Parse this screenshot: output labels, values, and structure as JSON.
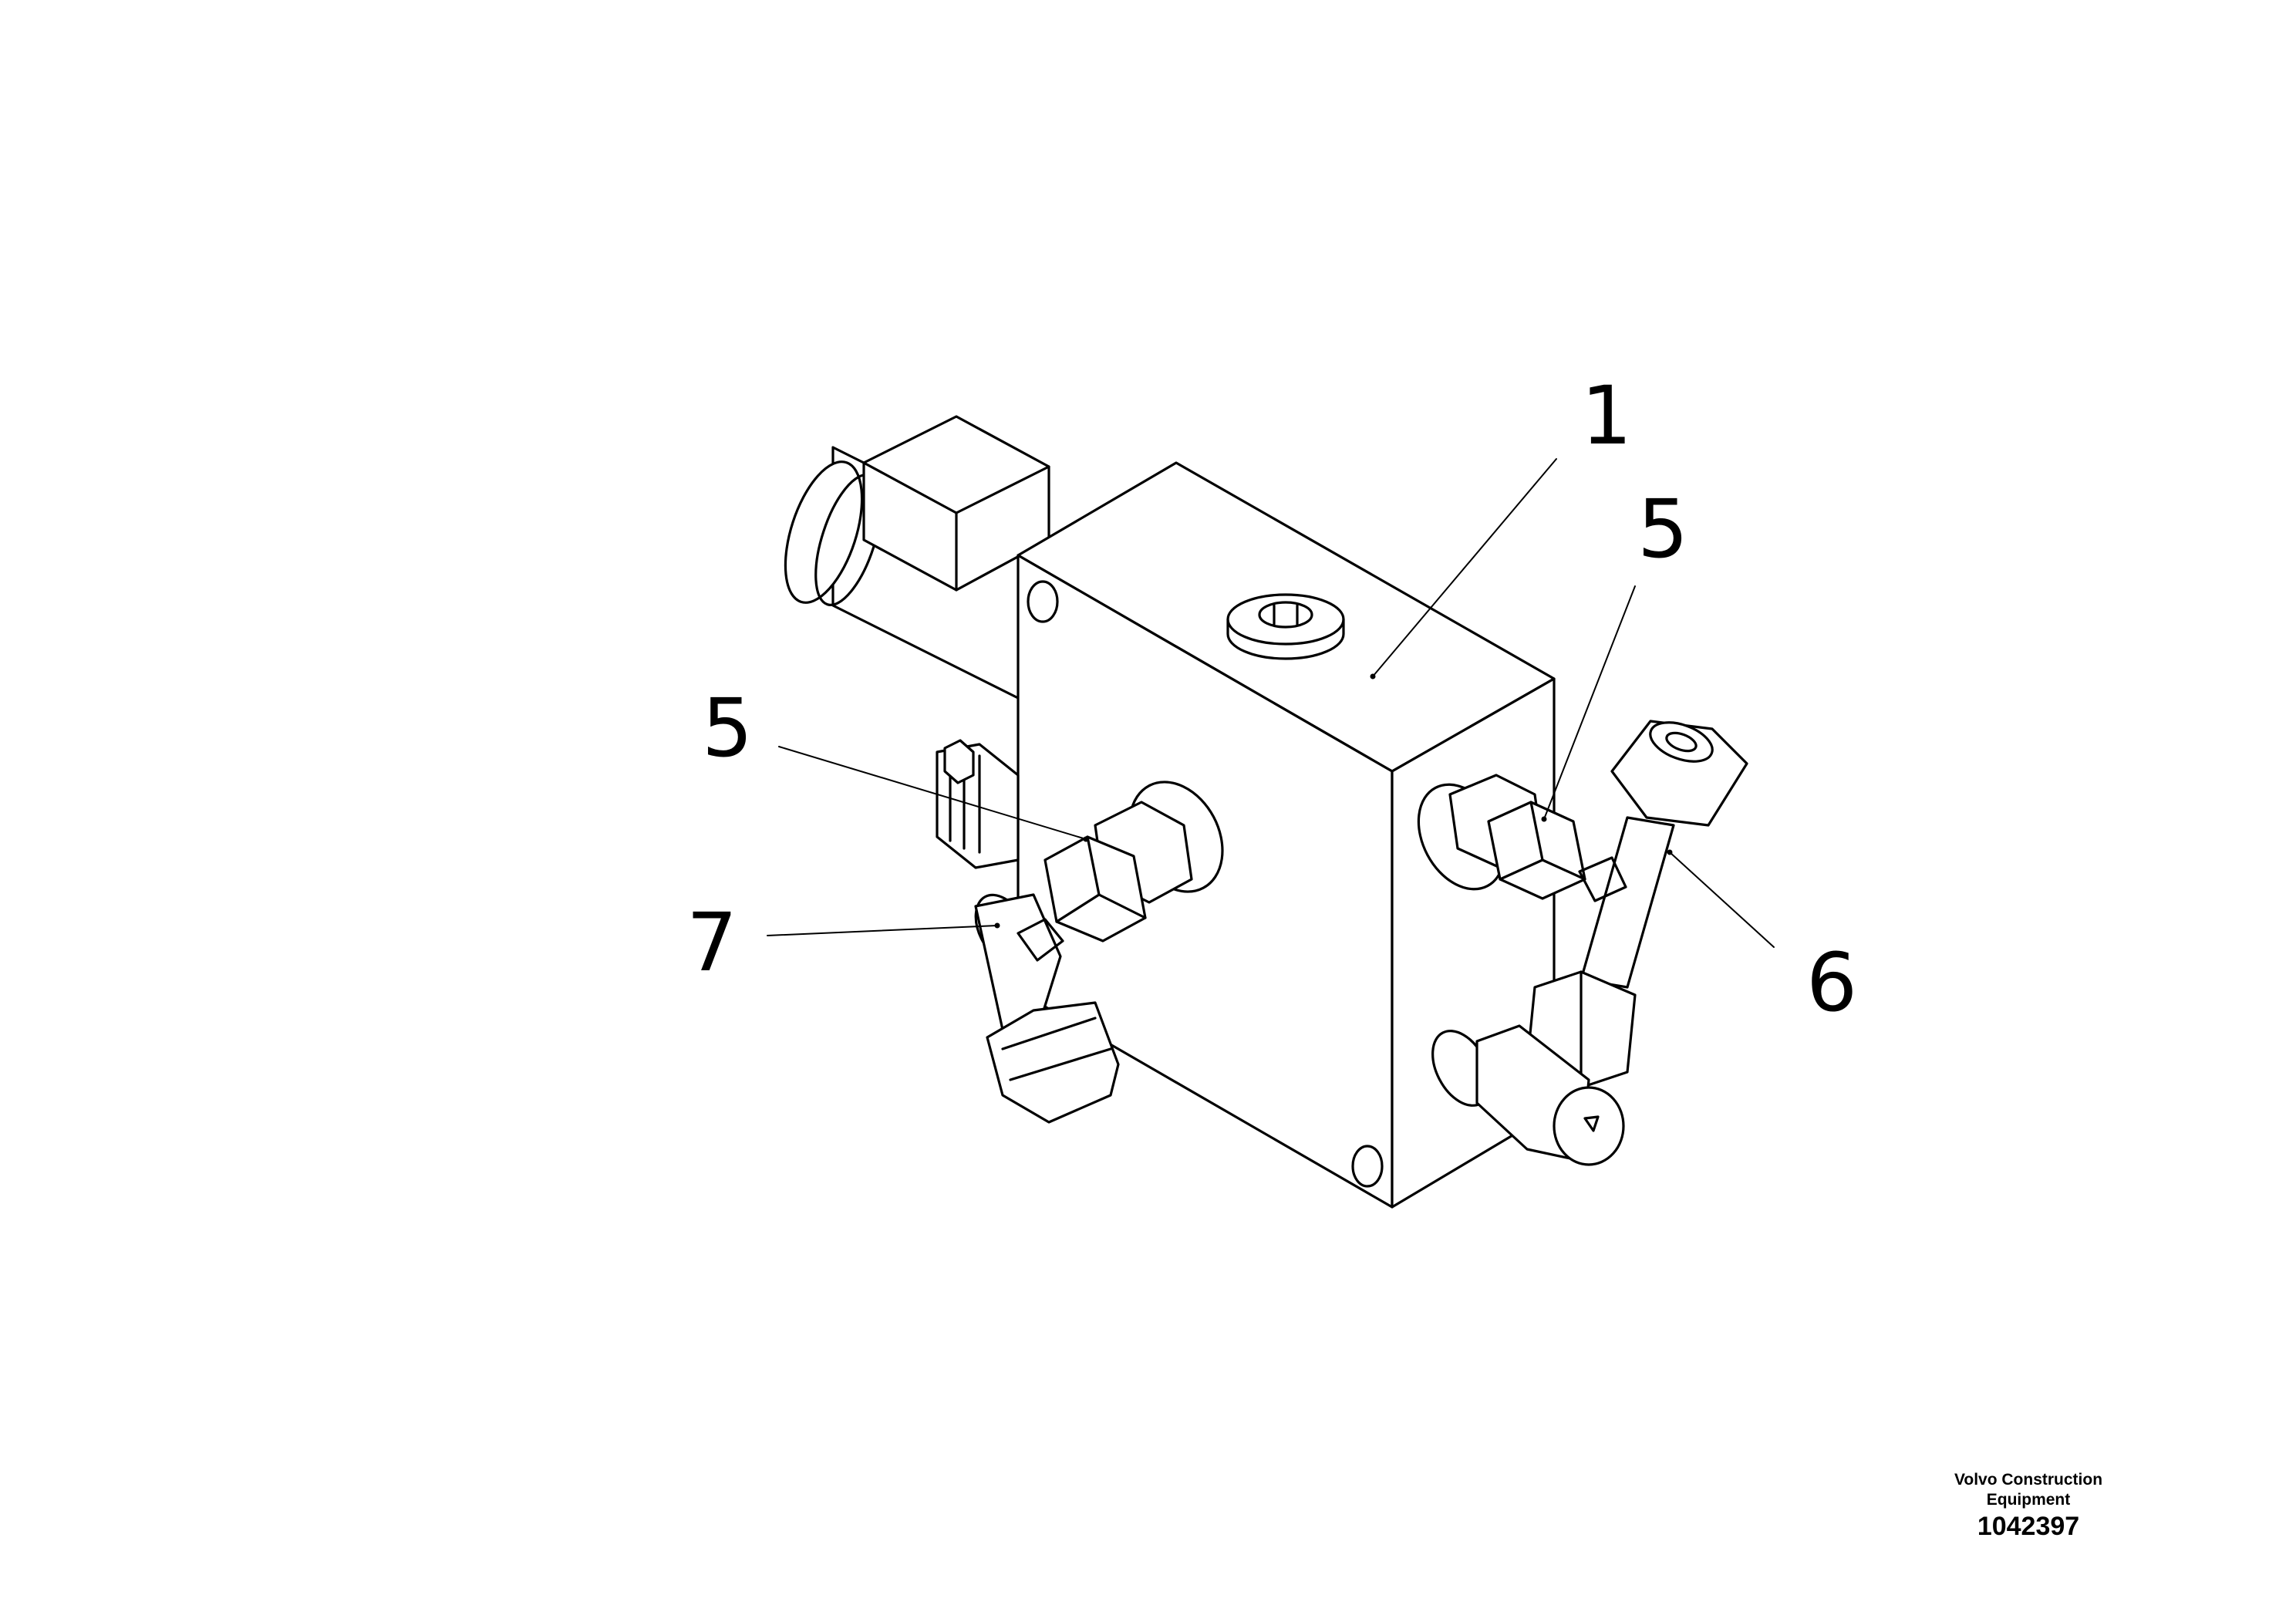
{
  "callouts": [
    {
      "label": "1",
      "part": "valve-block"
    },
    {
      "label": "5",
      "part": "fitting-right"
    },
    {
      "label": "5",
      "part": "fitting-left"
    },
    {
      "label": "6",
      "part": "tee-fitting"
    },
    {
      "label": "7",
      "part": "elbow-fitting"
    }
  ],
  "footer": {
    "company_line1": "Volvo Construction",
    "company_line2": "Equipment",
    "doc_number": "1042397"
  }
}
